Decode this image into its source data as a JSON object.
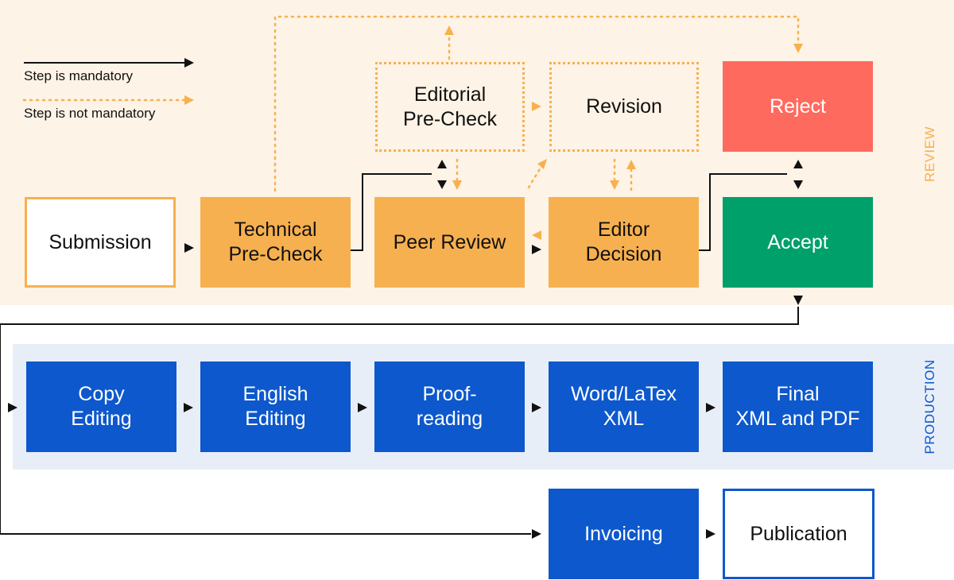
{
  "legend": {
    "mandatory": "Step is mandatory",
    "not_mandatory": "Step is not mandatory"
  },
  "sections": {
    "review": "REVIEW",
    "production": "PRODUCTION"
  },
  "review": {
    "submission": "Submission",
    "technical_precheck": "Technical\nPre-Check",
    "editorial_precheck": "Editorial\nPre-Check",
    "peer_review": "Peer Review",
    "revision": "Revision",
    "editor_decision": "Editor\nDecision",
    "reject": "Reject",
    "accept": "Accept"
  },
  "production": {
    "copy_editing": "Copy\nEditing",
    "english_editing": "English\nEditing",
    "proofreading": "Proof-\nreading",
    "word_latex_xml": "Word/LaTex\nXML",
    "final_xml_pdf": "Final\nXML and PDF"
  },
  "publishing": {
    "invoicing": "Invoicing",
    "publication": "Publication"
  },
  "colors": {
    "review_band": "#fdf3e6",
    "production_band": "#e8eef8",
    "orange": "#f7b04f",
    "blue": "#0d58cc",
    "reject": "#ff6a5e",
    "accept": "#00a06a",
    "line": "#111111"
  }
}
